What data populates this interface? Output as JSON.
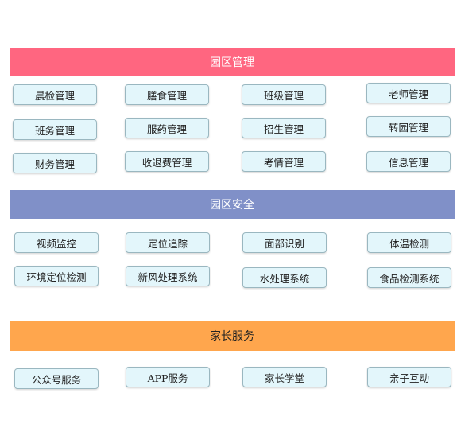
{
  "sections": [
    {
      "title": "园区管理",
      "color": "#ff6680",
      "items": [
        "晨检管理",
        "膳食管理",
        "班级管理",
        "老师管理",
        "班务管理",
        "服药管理",
        "招生管理",
        "转园管理",
        "财务管理",
        "收退费管理",
        "考情管理",
        "信息管理"
      ]
    },
    {
      "title": "园区安全",
      "color": "#8090c8",
      "items": [
        "视频监控",
        "定位追踪",
        "面部识别",
        "体温检测",
        "环境定位检测",
        "新风处理系统",
        "水处理系统",
        "食品检测系统"
      ]
    },
    {
      "title": "家长服务",
      "color": "#ffa64d",
      "items": [
        "公众号服务",
        "APP服务",
        "家长学堂",
        "亲子互动"
      ]
    }
  ]
}
